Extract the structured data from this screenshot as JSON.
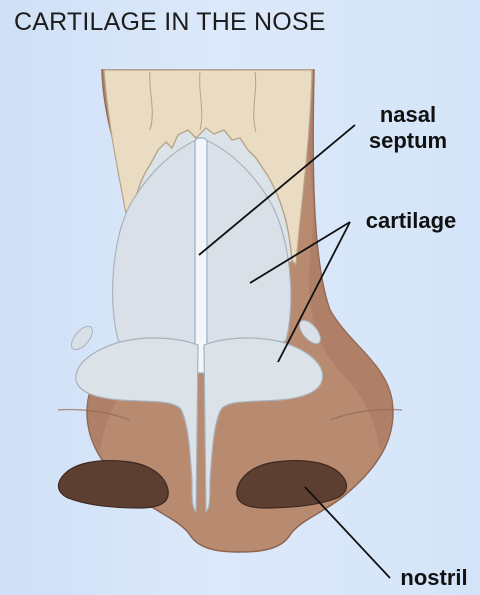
{
  "title": "CARTILAGE IN THE NOSE",
  "labels": {
    "septum_line1": "nasal",
    "septum_line2": "septum",
    "cartilage": "cartilage",
    "nostril": "nostril"
  },
  "colors": {
    "background": "#d6e5f8",
    "skin": "#b88a70",
    "bone": "#eadcc3",
    "cartilage": "#dbe2e8",
    "leader_line": "#111111"
  }
}
